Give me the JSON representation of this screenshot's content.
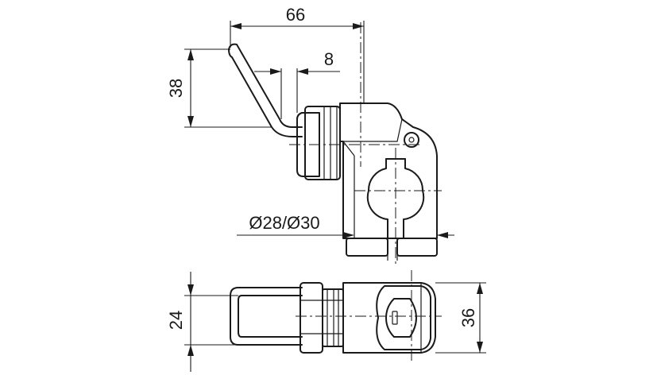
{
  "dimensions": {
    "width_top": "66",
    "offset_top": "8",
    "height_left": "38",
    "tube_diameter": "Ø28/Ø30",
    "inner_width": "24",
    "outer_width": "36"
  }
}
